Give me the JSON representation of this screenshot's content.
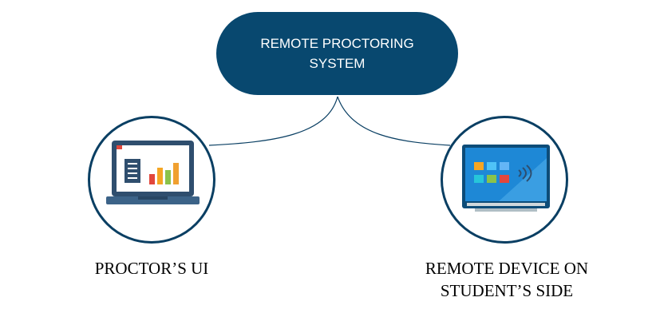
{
  "diagram": {
    "root": {
      "line1": "REMOTE PROCTORING",
      "line2": "SYSTEM"
    },
    "left_node": {
      "caption": "PROCTOR’S UI",
      "icon": "laptop-dashboard-icon"
    },
    "right_node": {
      "caption_line1": "REMOTE DEVICE ON",
      "caption_line2": "STUDENT’S SIDE",
      "icon": "smart-display-icon"
    }
  },
  "colors": {
    "root_fill": "#08486f",
    "circle_border": "#0a3f63",
    "connector": "#0a3f63",
    "laptop_body": "#2f4e6e",
    "screen_blue": "#1e88d6"
  }
}
